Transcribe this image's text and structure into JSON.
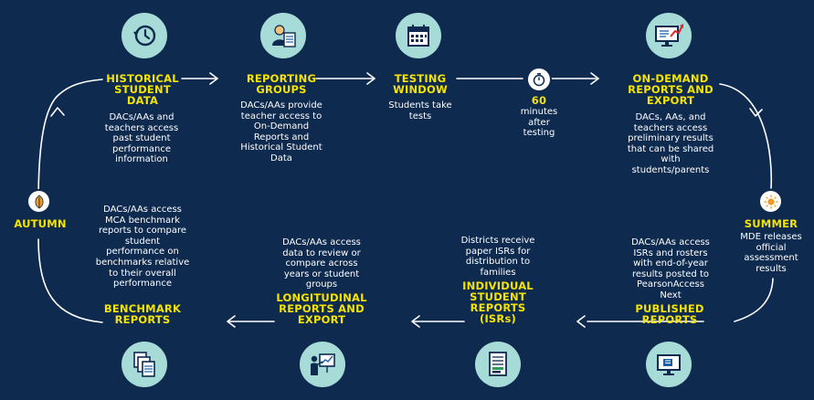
{
  "top": {
    "historical": {
      "title": "HISTORICAL STUDENT DATA",
      "desc": "DACs/AAs and teachers access past student performance information",
      "icon": "history-clock-icon"
    },
    "reporting": {
      "title": "REPORTING GROUPS",
      "desc": "DACs/AAs provide teacher access to On-Demand Reports and Historical Student Data",
      "icon": "teacher-document-icon"
    },
    "testing": {
      "title": "TESTING WINDOW",
      "desc": "Students take tests",
      "icon": "calendar-icon"
    },
    "timer": {
      "value": "60",
      "desc": "minutes after testing",
      "icon": "stopwatch-icon"
    },
    "ondemand": {
      "title": "ON-DEMAND REPORTS AND EXPORT",
      "desc": "DACs, AAs, and teachers access preliminary results that can be shared with students/parents",
      "icon": "monitor-chart-icon"
    }
  },
  "sides": {
    "autumn": {
      "title": "AUTUMN",
      "icon": "leaf-icon"
    },
    "summer": {
      "title": "SUMMER",
      "desc": "MDE releases official assessment results",
      "icon": "sun-icon"
    }
  },
  "bottom": {
    "benchmark": {
      "title": "BENCHMARK REPORTS",
      "desc": "DACs/AAs access MCA benchmark reports to compare student performance on benchmarks relative to their overall performance",
      "icon": "documents-stack-icon"
    },
    "longitudinal": {
      "title": "LONGITUDINAL REPORTS AND EXPORT",
      "desc": "DACs/AAs access data to review or compare across years or student groups",
      "icon": "presentation-icon"
    },
    "individual": {
      "title": "INDIVIDUAL STUDENT REPORTS (ISRs)",
      "desc": "Districts receive paper ISRs for distribution to families",
      "icon": "report-sheet-icon"
    },
    "published": {
      "title": "PUBLISHED REPORTS",
      "desc": "DACs/AAs access ISRs and rosters with end-of-year results posted to PearsonAccess Next",
      "icon": "monitor-icon"
    }
  },
  "colors": {
    "background": "#0e2a4f",
    "title": "#f5e400",
    "icon_circle": "#a6dbd8",
    "line": "#ffffff"
  }
}
